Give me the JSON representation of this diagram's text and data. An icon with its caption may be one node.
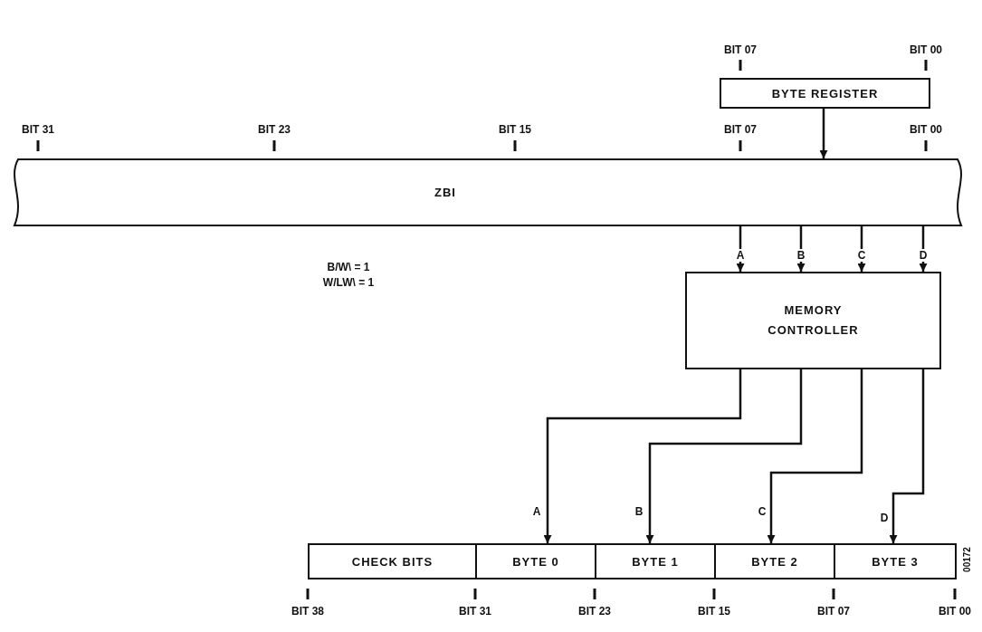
{
  "diagram": {
    "nodes": [
      {
        "text": [
          "BYTE REGISTER"
        ]
      },
      {
        "text": [
          "ZBI"
        ]
      },
      {
        "text": [
          "MEMORY CONTROLLER"
        ]
      },
      {
        "text": [
          "CHECK BITS"
        ]
      },
      {
        "text": [
          "BYTE 0"
        ]
      },
      {
        "text": [
          "BYTE 1"
        ]
      },
      {
        "text": [
          "BYTE 2"
        ]
      },
      {
        "text": [
          "BYTE 3"
        ]
      }
    ],
    "edges": [
      {
        "from": 0,
        "to": 1,
        "arrow": "to"
      },
      {
        "from": 1,
        "to": 2,
        "arrow": "to",
        "label": "A"
      },
      {
        "from": 1,
        "to": 2,
        "arrow": "to",
        "label": "B"
      },
      {
        "from": 1,
        "to": 2,
        "arrow": "to",
        "label": "C"
      },
      {
        "from": 1,
        "to": 2,
        "arrow": "to",
        "label": "D"
      },
      {
        "from": 2,
        "to": 4,
        "arrow": "to",
        "label": "A"
      },
      {
        "from": 2,
        "to": 5,
        "arrow": "to",
        "label": "B"
      },
      {
        "from": 2,
        "to": 6,
        "arrow": "to",
        "label": "C"
      },
      {
        "from": 2,
        "to": 7,
        "arrow": "to",
        "label": "D"
      }
    ],
    "labels": [
      "BIT 07",
      "BIT 00",
      "BIT 31",
      "BIT 23",
      "BIT 15",
      "BIT 07",
      "BIT 00",
      "B/W\\ = 1",
      "W/LW\\ = 1",
      "BIT 38",
      "BIT 31",
      "BIT 23",
      "BIT 15",
      "BIT 07",
      "BIT 00",
      "00172"
    ]
  }
}
